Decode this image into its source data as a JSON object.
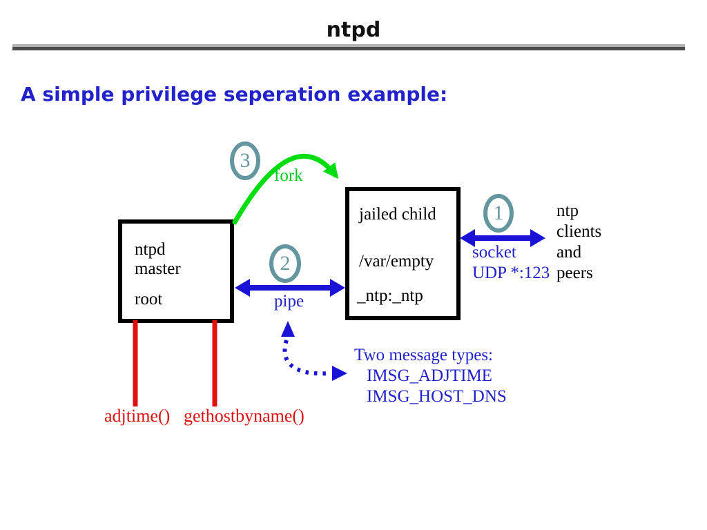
{
  "slide": {
    "title": "ntpd",
    "heading": "A simple privilege seperation example:"
  },
  "diagram": {
    "master_box": {
      "lines": [
        "ntpd",
        "master",
        "root"
      ]
    },
    "child_box": {
      "lines": [
        "jailed child",
        "/var/empty",
        "_ntp:_ntp"
      ]
    },
    "badges": {
      "fork": "3",
      "pipe": "2",
      "socket": "1"
    },
    "fork_label": "fork",
    "pipe_label": "pipe",
    "socket_label_line1": "socket",
    "socket_label_line2": "UDP *:123",
    "clients_lines": [
      "ntp",
      "clients",
      "and",
      "peers"
    ],
    "messages": {
      "title": "Two message types:",
      "items": [
        "IMSG_ADJTIME",
        "IMSG_HOST_DNS"
      ]
    },
    "syscalls": [
      "adjtime()",
      "gethostbyname()"
    ]
  },
  "colors": {
    "arrow_blue": "#1a12d6",
    "text_blue": "#2222cc",
    "green": "#00dd11",
    "red": "#e01010",
    "badge_ring": "#6496a0",
    "rule_light": "#b2b2b2",
    "rule_dark": "#4d4d4d"
  }
}
